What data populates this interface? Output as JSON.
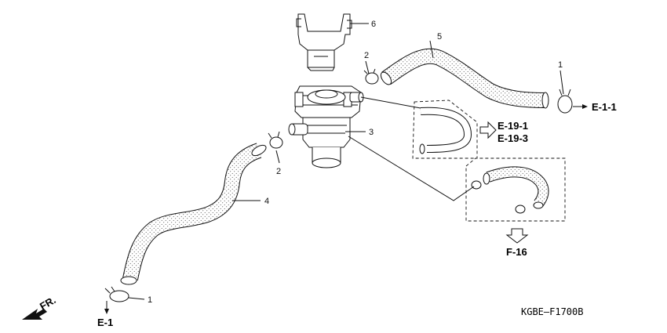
{
  "callouts": {
    "c1_top": "1",
    "c1_bottom": "1",
    "c2_upper": "2",
    "c2_lower": "2",
    "c3": "3",
    "c4": "4",
    "c5": "5",
    "c6": "6"
  },
  "references": {
    "ref_e111": "E-1-1",
    "ref_e191": "E-19-1",
    "ref_e193": "E-19-3",
    "ref_f16": "F-16",
    "ref_e1": "E-1"
  },
  "direction_label": "FR.",
  "diagram_code": "KGBE—F1700B",
  "colors": {
    "ink": "#111111",
    "background": "#ffffff",
    "hose_dots": "#444444"
  }
}
